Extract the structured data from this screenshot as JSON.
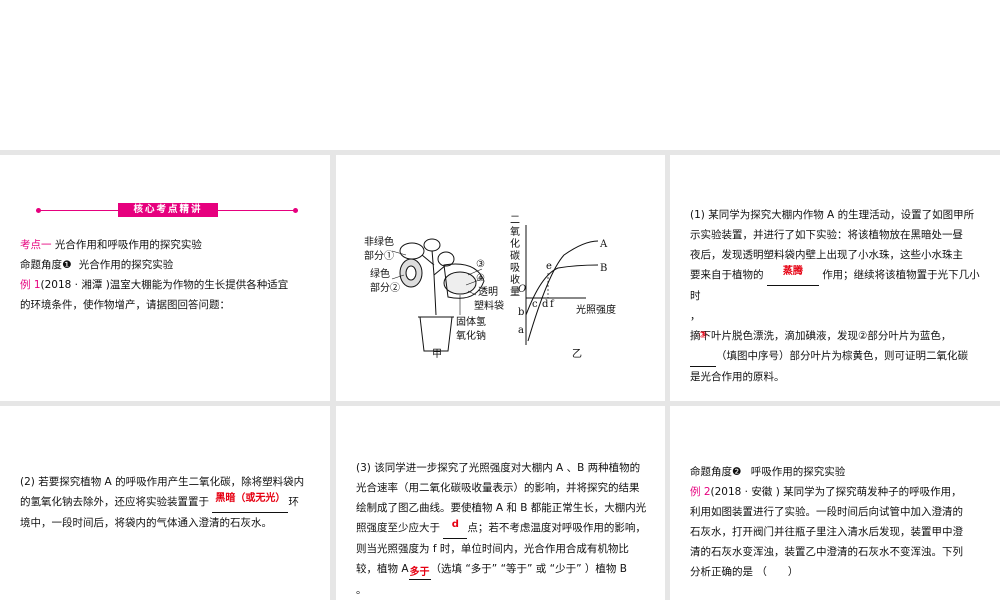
{
  "panel1": {
    "banner": "核心考点精讲",
    "kaodian_label": "考点一",
    "kaodian_title": "光合作用和呼吸作用的探究实验",
    "angle_label": "命题角度❶",
    "angle_title": "光合作用的探究实验",
    "example_label": "例 1",
    "example_source": "(2018 · 湘潭 )",
    "example_line1": "温室大棚能为作物的生长提供各种适宜",
    "example_line2": "的环境条件，使作物增产，请据图回答问题："
  },
  "panel2": {
    "plant_label_a1": "非绿色",
    "plant_label_a2": "部分①",
    "plant_label_b1": "绿色",
    "plant_label_b2": "部分②",
    "num3": "③",
    "num4": "④",
    "bag1": "透明",
    "bag2": "塑料袋",
    "naoh1": "固体氢",
    "naoh2": "氧化钠",
    "fig_jia": "甲",
    "fig_yi": "乙",
    "ylabel": [
      "二",
      "氧",
      "化",
      "碳",
      "吸",
      "收",
      "量"
    ],
    "xlabel": "光照强度",
    "origin": "O",
    "curve_A": "A",
    "curve_B": "B",
    "pt_a": "a",
    "pt_b": "b",
    "pt_c": "c",
    "pt_d": "d",
    "pt_e": "e",
    "pt_f": "f"
  },
  "panel3": {
    "line1": "(1) 某同学为探究大棚内作物 A 的生理活动，设置了如图甲所",
    "line2": "示实验装置，并进行了如下实验：将该植物放在黑暗处一昼",
    "line3": "夜后，发现透明塑料袋内壁上出现了小水珠，这些小水珠主",
    "line4a": "要来自于植物的",
    "answer1": "蒸腾",
    "line4b": "作用；继续将该植物置于光下几小时",
    "line5": "，",
    "line6a": "摘下叶片脱色漂洗，滴加碘液，发现②部分叶片为蓝色，",
    "answer2": "③",
    "line7": "（填图中序号）部分叶片为棕黄色，则可证明二氧化碳",
    "line8": "是光合作用的原料。"
  },
  "panel4": {
    "line1": "(2) 若要探究植物 A 的呼吸作用产生二氧化碳，除将塑料袋内",
    "line2": "的氢氧化钠去除外，还应将实验装置置于",
    "answer": "黑暗（或无光）",
    "line2b": "环",
    "line3": "境中，一段时间后，将袋内的气体通入澄清的石灰水。"
  },
  "panel5": {
    "line1": "(3) 该同学进一步探究了光照强度对大棚内 A 、B 两种植物的",
    "line2": "光合速率（用二氧化碳吸收量表示）的影响，并将探究的结果",
    "line3": "绘制成了图乙曲线。要使植物 A 和 B 都能正常生长，大棚内光",
    "line4a": "照强度至少应大于",
    "answer1": "d",
    "line4b": "点；若不考虑温度对呼吸作用的影响，",
    "line5": "则当光照强度为 f 时，单位时间内，光合作用合成有机物比",
    "line6a": "较，植物 A",
    "answer2": "多于",
    "line6b": "（选填 “多于” “等于” 或 “少于” ）植物 B",
    "line7": "。"
  },
  "panel6": {
    "angle_label": "命题角度❷",
    "angle_title": "呼吸作用的探究实验",
    "example_label": "例 2",
    "line1": "(2018 · 安徽 ) 某同学为了探究萌发种子的呼吸作用，",
    "line2": "利用如图装置进行了实验。一段时间后向试管中加入澄清的",
    "line3": "石灰水，打开阀门并往瓶子里注入清水后发现，装置甲中澄",
    "line4": "清的石灰水变浑浊，装置乙中澄清的石灰水不变浑浊。下列",
    "line5": "分析正确的是 （　　）"
  }
}
